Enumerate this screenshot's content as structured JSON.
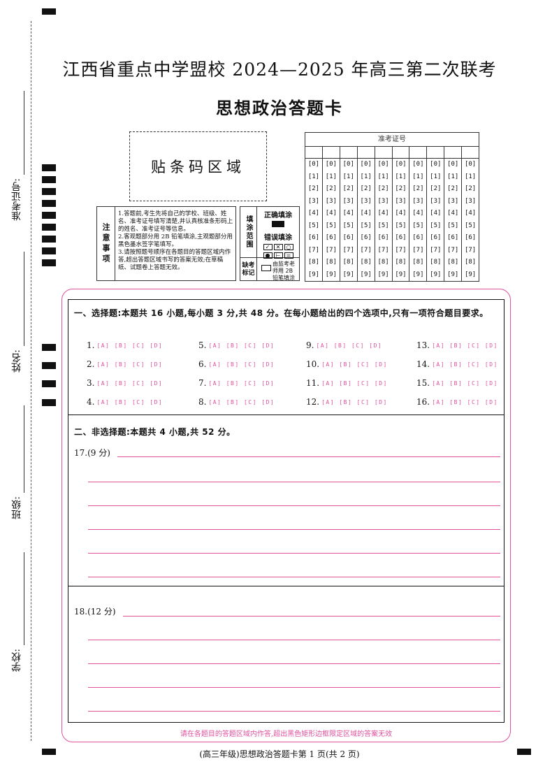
{
  "header": {
    "title": "江西省重点中学盟校 2024—2025 年高三第二次联考",
    "subtitle": "思想政治答题卡"
  },
  "side_fields": {
    "exam_id": "准考证号:",
    "name": "姓名:",
    "class": "班级:",
    "school": "学校:"
  },
  "barcode_area": "贴条码区域",
  "notes": {
    "label": "注意事项",
    "items": [
      "1.答题前,考生先将自己的学校、班级、姓名、准考证号填写清楚,并认真核准条形码上的姓名、准考证号等信息。",
      "2.客观题部分用 2B 铅笔填涂,主观题部分用黑色墨水签字笔填写。",
      "3.请按照题号顺序在各题目的答题区域内作答,超出答题区域书写的答案无效;在草稿纸、试题卷上答题无效。"
    ]
  },
  "fill_guide": {
    "label": "填涂范围",
    "correct": "正确填涂",
    "wrong": "错误填涂",
    "absent_label": "缺考标记",
    "absent_note": "由监考老师用 2B 铅笔填涂"
  },
  "id_table": {
    "header": "准考证号",
    "columns": 10,
    "digits": [
      "[0]",
      "[1]",
      "[2]",
      "[3]",
      "[4]",
      "[5]",
      "[6]",
      "[7]",
      "[8]",
      "[9]"
    ]
  },
  "section1": {
    "title": "一、选择题:本题共 16 小题,每小题 3 分,共 48 分。在每小题给出的四个选项中,只有一项符合题目要求。",
    "options": "[A] [B] [C] [D]",
    "questions": [
      "1.",
      "2.",
      "3.",
      "4.",
      "5.",
      "6.",
      "7.",
      "8.",
      "9.",
      "10.",
      "11.",
      "12.",
      "13.",
      "14.",
      "15.",
      "16."
    ]
  },
  "section2": {
    "title": "二、非选择题:本题共 4 小题,共 52 分。",
    "q17": "17.(9 分)",
    "q18": "18.(12 分)"
  },
  "footer_note": "请在各题目的答题区域内作答,超出黑色矩形边框限定区域的答案无效",
  "page_footer": "(高三年级)思想政治答题卡第 1 页(共 2 页)",
  "colors": {
    "accent": "#e0519e",
    "ink": "#111111"
  }
}
